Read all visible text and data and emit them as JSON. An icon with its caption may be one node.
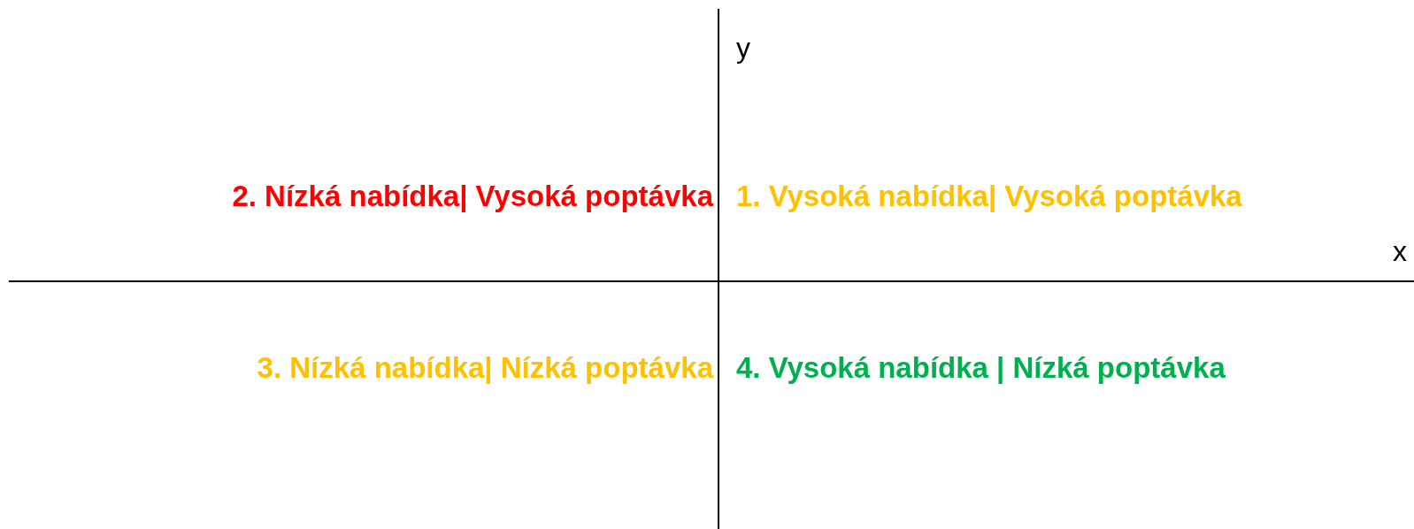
{
  "diagram": {
    "labels": [
      "y",
      "2. Nízká nabídka| Vysoká poptávka",
      "1. Vysoká nabídka| Vysoká poptávka",
      "x",
      "3. Nízká nabídka| Nízká poptávka",
      "4. Vysoká nabídka | Nízká poptávka"
    ]
  }
}
